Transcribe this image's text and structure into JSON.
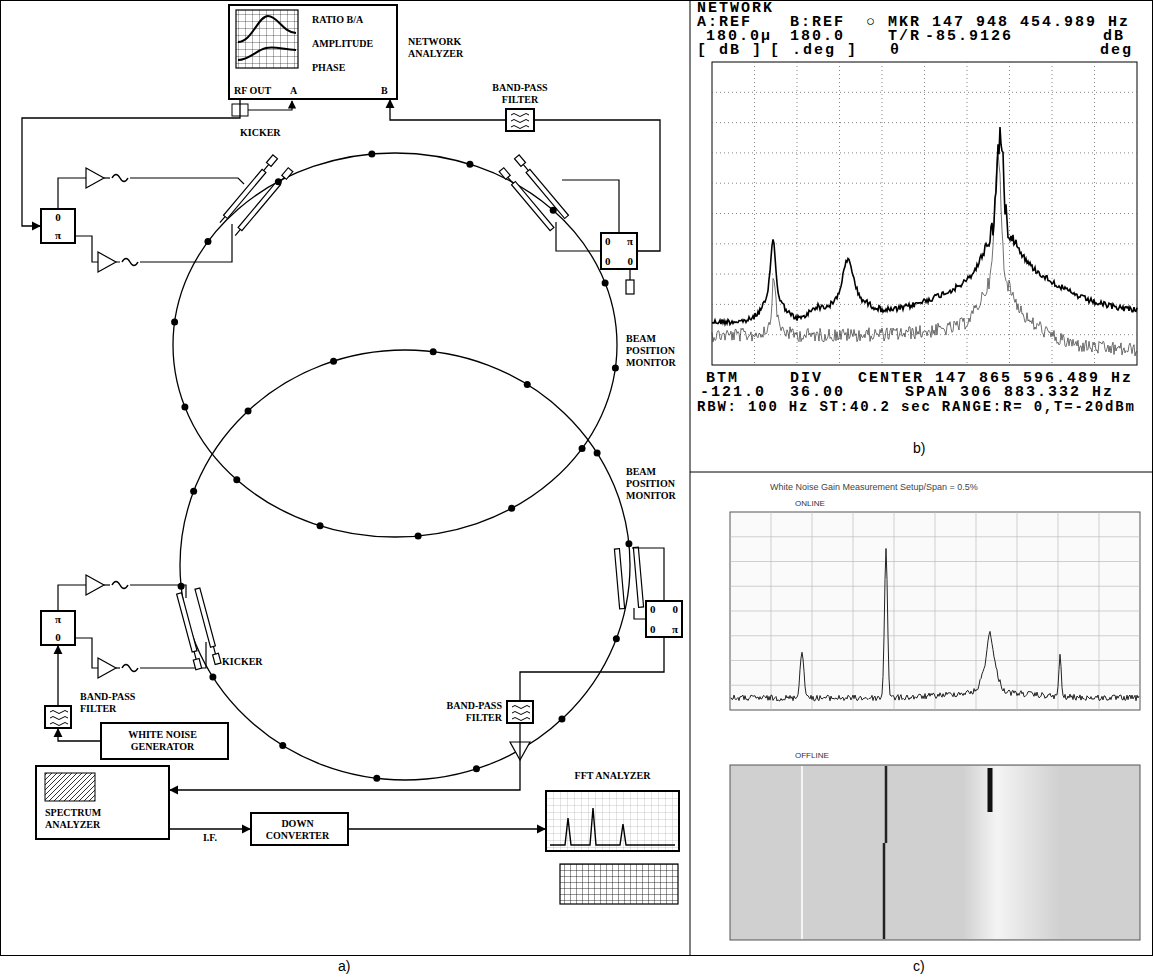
{
  "diagram": {
    "nodes": [
      {
        "text": [
          "RATIO B/A",
          "AMPLITUDE",
          "PHASE",
          "NETWORK ANALYZER"
        ]
      },
      {
        "text": [
          "BAND-PASS FILTER"
        ]
      },
      {
        "text": [
          "0",
          "π"
        ]
      },
      {
        "text": [
          "0",
          "π",
          "0",
          "0"
        ]
      },
      {
        "text": [
          "π",
          "0"
        ]
      },
      {
        "text": [
          "BAND-PASS FILTER"
        ]
      },
      {
        "text": [
          "0",
          "0",
          "0",
          "π"
        ]
      },
      {
        "text": [
          "WHITE NOISE GENERATOR"
        ]
      },
      {
        "text": [
          "BAND-PASS FILTER"
        ]
      },
      {
        "text": [
          "SPECTRUM ANALYZER"
        ]
      },
      {
        "text": [
          "DOWN CONVERTER"
        ]
      },
      {
        "text": [
          "FFT ANALYZER"
        ]
      }
    ],
    "edges": [
      {
        "from": 0,
        "to": 2,
        "arrow": "to"
      },
      {
        "from": 3,
        "to": 1,
        "arrow": "none"
      },
      {
        "from": 1,
        "to": 0,
        "arrow": "to"
      },
      {
        "from": 7,
        "to": 5,
        "arrow": "to"
      },
      {
        "from": 5,
        "to": 4,
        "arrow": "to"
      },
      {
        "from": 6,
        "to": 8,
        "arrow": "none"
      },
      {
        "from": 8,
        "to": 9,
        "arrow": "to"
      },
      {
        "from": 9,
        "to": 10,
        "arrow": "to",
        "label": "I.F."
      },
      {
        "from": 10,
        "to": 11,
        "arrow": "to"
      }
    ],
    "labels": [
      "KICKER",
      "BEAM POSITION MONITOR",
      "BEAM POSITION MONITOR",
      "KICKER",
      "RF OUT",
      "A",
      "B",
      "a)",
      "NETWORK",
      "A:REF",
      "B:REF",
      "○ MKR 147 948 454.989 Hz",
      "180.0µ",
      "180.0",
      "T/R",
      "-85.9126",
      "dB",
      "[ dB ]",
      "[ .deg ]",
      "θ",
      "deg",
      "BTM",
      "DIV",
      "CENTER 147 865 596.489 Hz",
      "-121.0",
      "36.00",
      "SPAN 306 883.332 Hz",
      "RBW: 100 Hz ST:40.2 sec RANGE:R= 0,T=-20dBm",
      "b)",
      "White Noise Gain Measurement Setup/Span = 0.5%",
      "ONLINE",
      "OFFLINE",
      "c)"
    ]
  }
}
